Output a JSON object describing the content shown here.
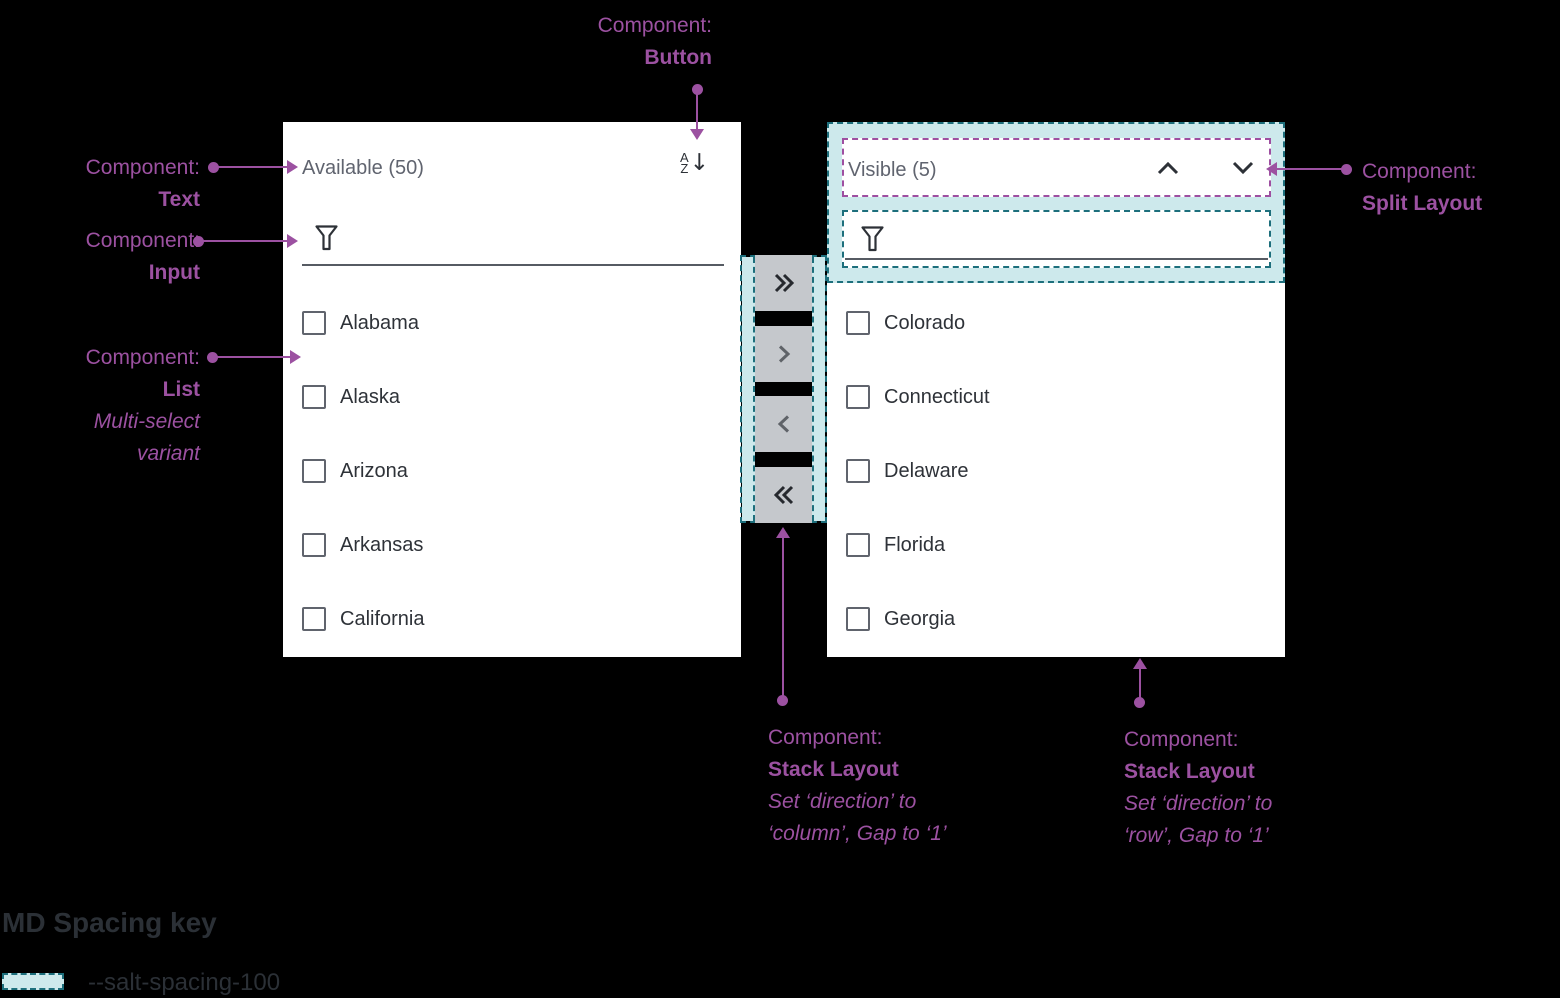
{
  "colors": {
    "page_bg": "#000000",
    "panel_bg": "#ffffff",
    "accent_purple": "#9c51a1",
    "spacing_fill_teal": "#cde9ec",
    "spacing_border_teal": "#1d6f7c",
    "button_bg": "#c5c8cc",
    "text_primary": "#2e3238",
    "text_secondary": "#60646f"
  },
  "left_panel": {
    "title": "Available (50)",
    "items": [
      "Alabama",
      "Alaska",
      "Arizona",
      "Arkansas",
      "California"
    ]
  },
  "right_panel": {
    "title": "Visible (5)",
    "items": [
      "Colorado",
      "Connecticut",
      "Delaware",
      "Florida",
      "Georgia"
    ]
  },
  "icons": {
    "sort_letter_top": "A",
    "sort_letter_bottom": "Z",
    "sort_arrow": "↓",
    "filter": "funnel-icon",
    "transfer": [
      "double-chevron-right",
      "chevron-right",
      "chevron-left",
      "double-chevron-left"
    ],
    "reorder": [
      "chevron-up",
      "chevron-down"
    ]
  },
  "annotations": {
    "text": {
      "prefix": "Component:",
      "name": "Text"
    },
    "input": {
      "prefix": "Component:",
      "name": "Input"
    },
    "list": {
      "prefix": "Component:",
      "name": "List",
      "variant": "Multi-select\nvariant"
    },
    "button": {
      "prefix": "Component:",
      "name": "Button"
    },
    "split_layout": {
      "prefix": "Component:",
      "name": "Split Layout"
    },
    "stack_layout_column": {
      "prefix": "Component:",
      "name": "Stack Layout",
      "note": "Set ‘direction’ to\n‘column’, Gap to ‘1’"
    },
    "stack_layout_row": {
      "prefix": "Component:",
      "name": "Stack Layout",
      "note": "Set ‘direction’ to\n‘row’, Gap to ‘1’"
    }
  },
  "spacing_key": {
    "title": "MD Spacing key",
    "token_label": "--salt-spacing-100"
  }
}
